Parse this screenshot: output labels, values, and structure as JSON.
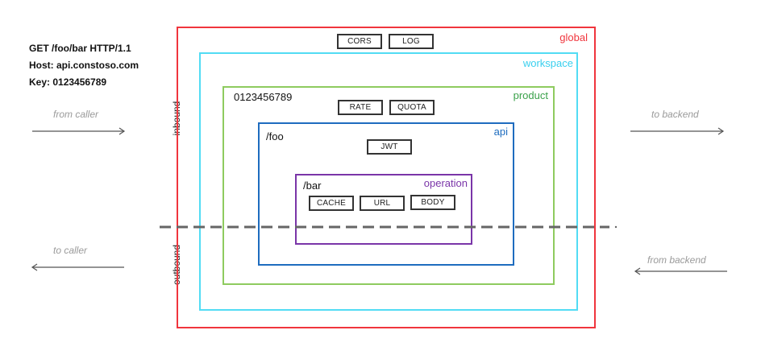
{
  "request": {
    "line1": "GET /foo/bar HTTP/1.1",
    "line2": "Host: api.constoso.com",
    "line3": "Key: 0123456789"
  },
  "flows": {
    "from_caller": "from caller",
    "to_caller": "to caller",
    "to_backend": "to backend",
    "from_backend": "from backend"
  },
  "sections": {
    "inbound": "inbound",
    "outbound": "outbound"
  },
  "scopes": {
    "global": {
      "label": "global",
      "color": "#f0353d",
      "policies": [
        "CORS",
        "LOG"
      ]
    },
    "workspace": {
      "label": "workspace",
      "color": "#52dcf4"
    },
    "product": {
      "label": "product",
      "color": "#8ecb5f",
      "title": "0123456789",
      "policies": [
        "RATE",
        "QUOTA"
      ]
    },
    "api": {
      "label": "api",
      "color": "#1e6cbf",
      "title": "/foo",
      "policies": [
        "JWT"
      ]
    },
    "operation": {
      "label": "operation",
      "color": "#7a35a8",
      "title": "/bar",
      "policies": [
        "CACHE",
        "URL",
        "BODY"
      ]
    }
  }
}
